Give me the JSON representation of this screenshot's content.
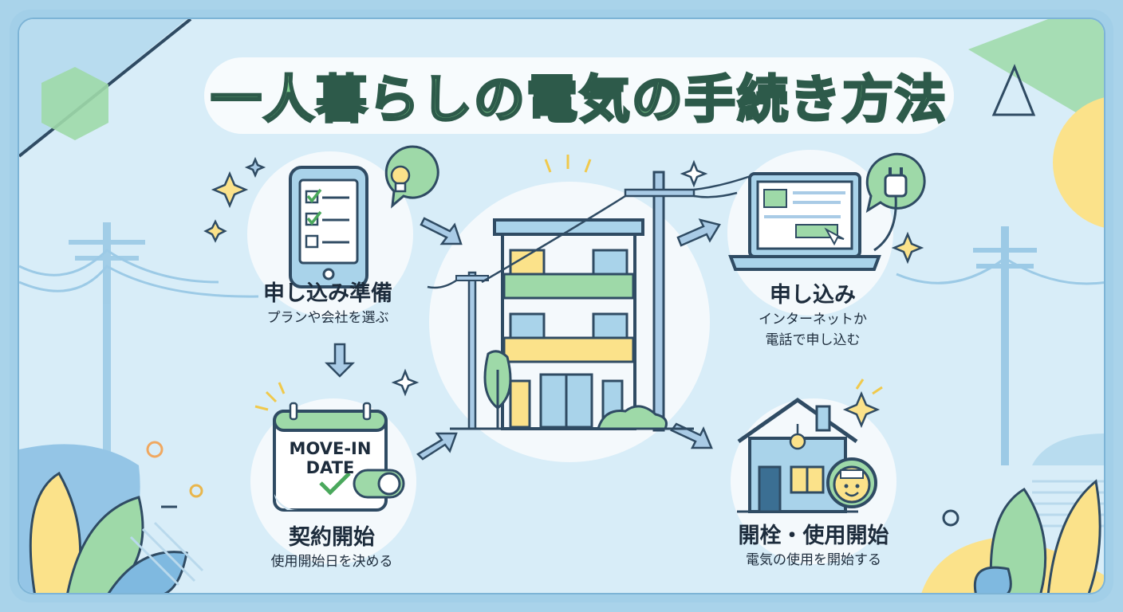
{
  "title": "一人暮らしの電気の手続き方法",
  "steps": [
    {
      "heading": "申し込み準備",
      "desc_lines": [
        "プランや会社を選ぶ"
      ]
    },
    {
      "heading": "契約開始",
      "desc_lines": [
        "使用開始日を決める"
      ]
    },
    {
      "heading": "申し込み",
      "desc_lines": [
        "インターネットか",
        "電話で申し込む"
      ]
    },
    {
      "heading": "開栓・使用開始",
      "desc_lines": [
        "電気の使用を開始する"
      ]
    }
  ],
  "calendar": {
    "line1": "MOVE-IN",
    "line2": "DATE"
  },
  "colors": {
    "background": "#d8edf8",
    "frame": "#a2cfe8",
    "accent_green": "#9ed9a8",
    "accent_yellow": "#fbe28a",
    "outline": "#3b6f93",
    "title_text": "#7fcf8e"
  },
  "icons": [
    "smartphone-checklist-icon",
    "lightbulb-icon",
    "calendar-icon",
    "apartment-building-icon",
    "utility-pole-icon",
    "laptop-icon",
    "power-plug-icon",
    "house-icon",
    "electric-meter-icon",
    "sparkle-icon",
    "arrow-icon",
    "leaf-icon"
  ]
}
